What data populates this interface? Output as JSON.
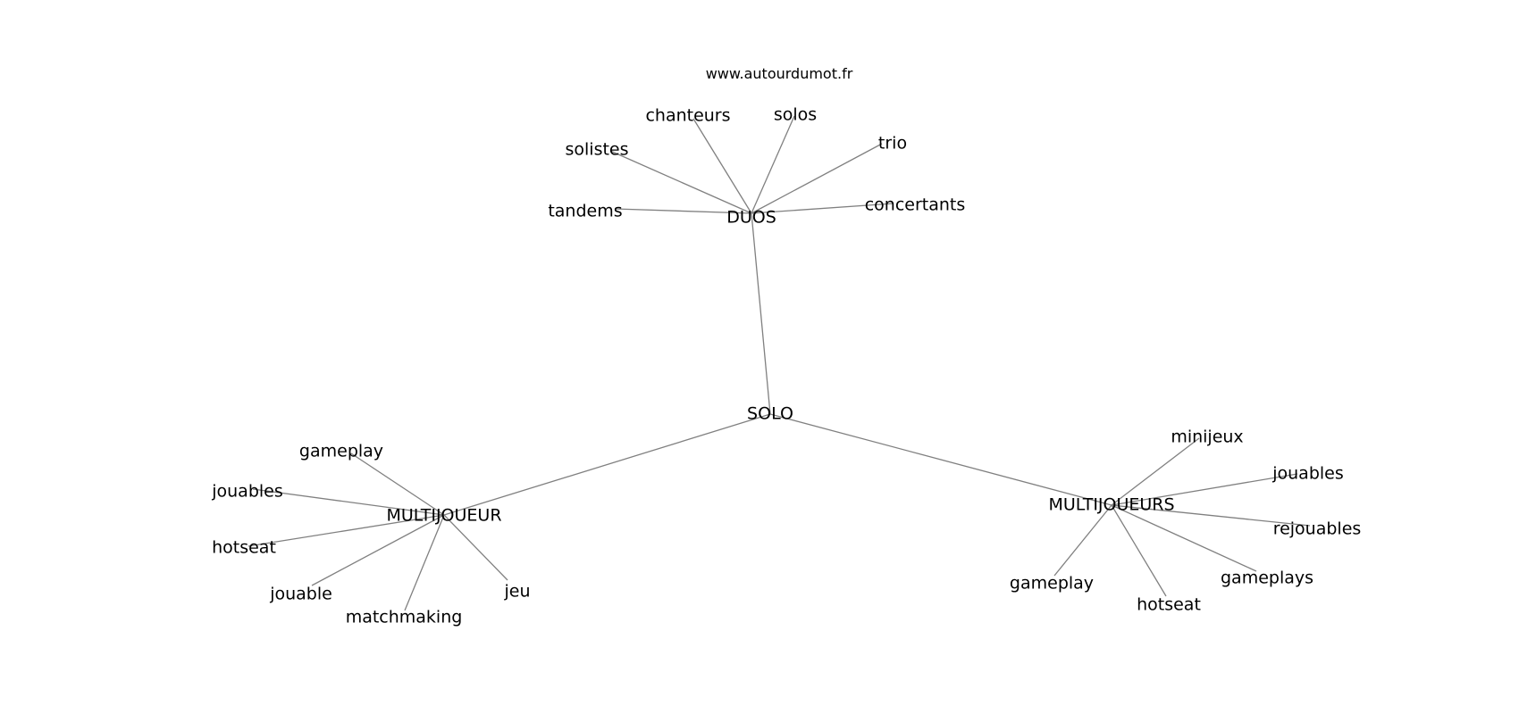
{
  "site": "www.autourdumot.fr",
  "graph": {
    "center": "SOLO",
    "hubs": [
      {
        "label": "DUOS",
        "leaves": [
          "chanteurs",
          "solos",
          "solistes",
          "trio",
          "tandems",
          "concertants"
        ]
      },
      {
        "label": "MULTIJOUEUR",
        "leaves": [
          "gameplay",
          "jouables",
          "hotseat",
          "jouable",
          "matchmaking",
          "jeu"
        ]
      },
      {
        "label": "MULTIJOUEURS",
        "leaves": [
          "minijeux",
          "jouables",
          "rejouables",
          "gameplays",
          "gameplay",
          "hotseat"
        ]
      }
    ]
  }
}
